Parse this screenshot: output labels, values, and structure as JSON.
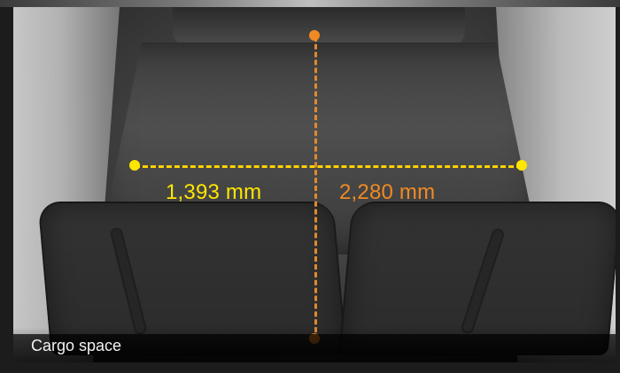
{
  "image": {
    "caption": "Cargo space"
  },
  "dimensions": {
    "width_label": "1,393 mm",
    "length_label": "2,280 mm",
    "colors": {
      "width": "#ffe600",
      "length": "#f08a24"
    }
  }
}
